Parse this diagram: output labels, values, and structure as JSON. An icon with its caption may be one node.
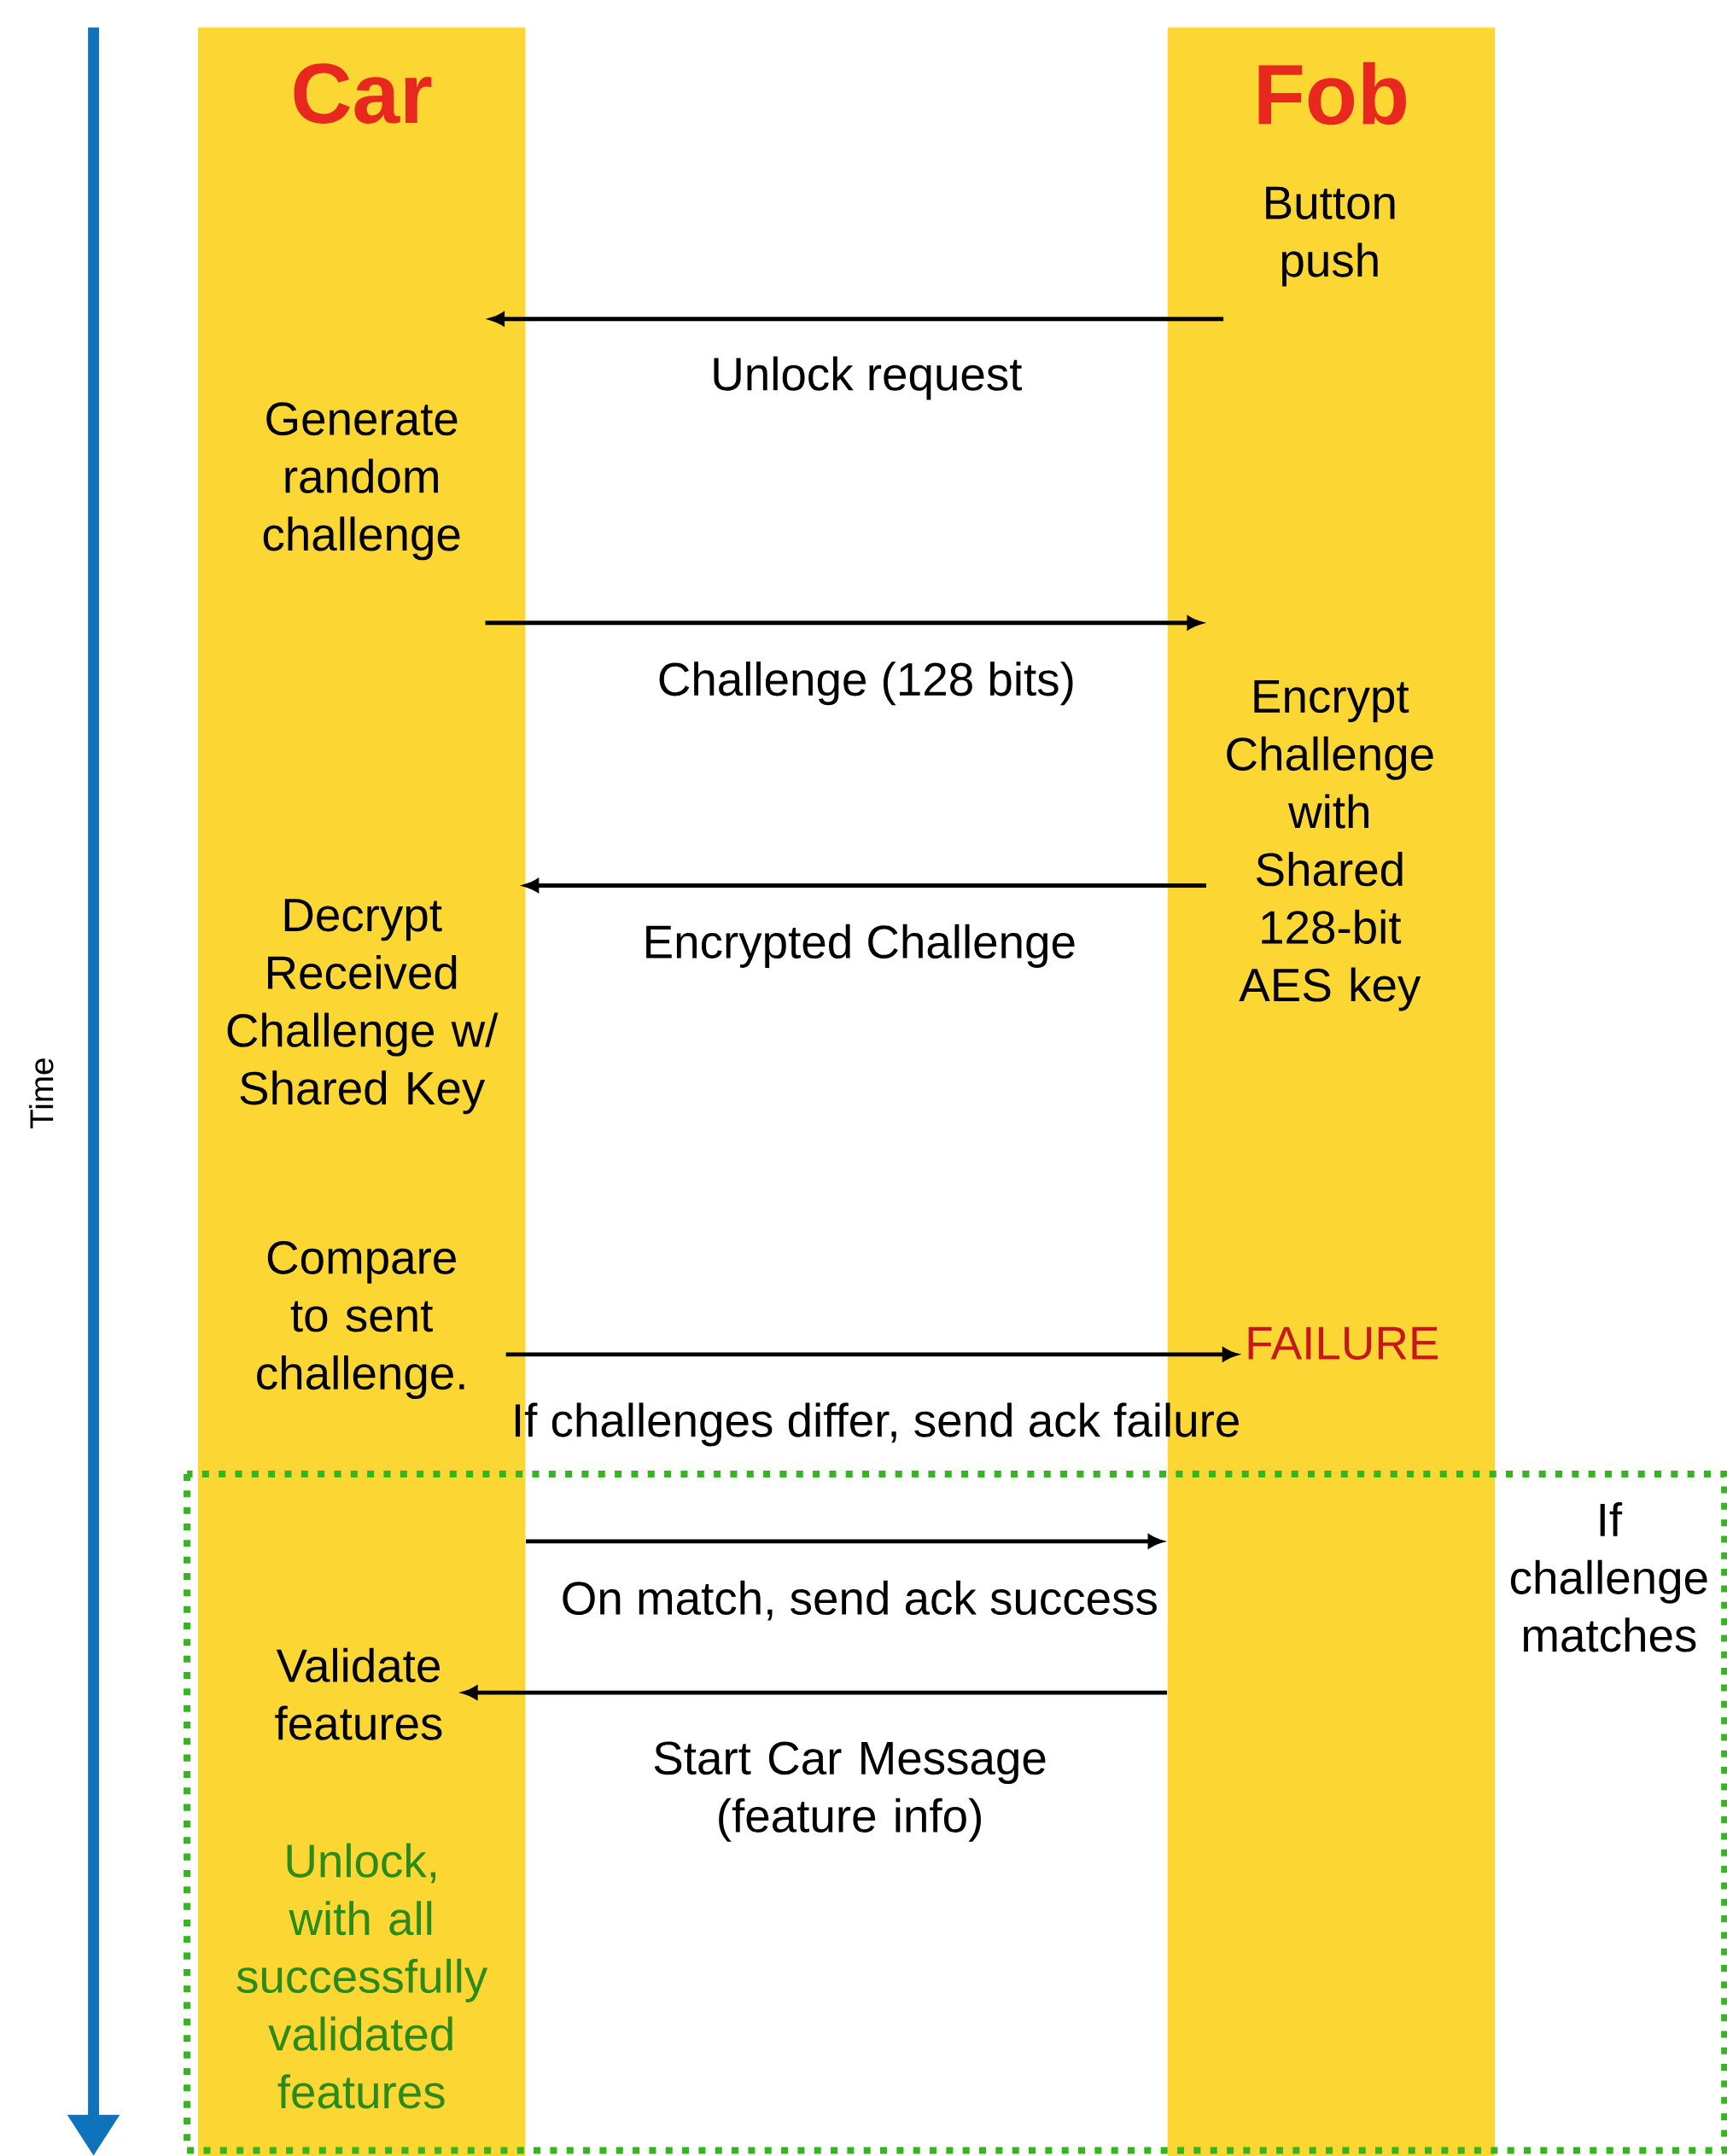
{
  "diagram": {
    "nodes": [
      {
        "text": [
          "Car"
        ]
      },
      {
        "text": [
          "Fob"
        ]
      },
      {
        "text": [
          "Button push"
        ],
        "in": 1
      },
      {
        "text": [
          "Generate random challenge"
        ],
        "in": 0
      },
      {
        "text": [
          "Encrypt Challenge with Shared 128-bit AES key"
        ],
        "in": 1
      },
      {
        "text": [
          "Decrypt Received Challenge w/ Shared Key"
        ],
        "in": 0
      },
      {
        "text": [
          "Compare to sent challenge."
        ],
        "in": 0
      },
      {
        "text": [
          "FAILURE"
        ],
        "in": 1
      },
      {
        "text": [
          "Validate features"
        ],
        "in": 0
      },
      {
        "text": [
          "Unlock, with all successfully validated features"
        ],
        "in": 0
      }
    ],
    "edges": [
      {
        "from": 2,
        "to": 3,
        "arrow": "to",
        "label": "Unlock request"
      },
      {
        "from": 3,
        "to": 4,
        "arrow": "to",
        "label": "Challenge (128 bits)"
      },
      {
        "from": 4,
        "to": 5,
        "arrow": "to",
        "label": "Encrypted Challenge"
      },
      {
        "from": 6,
        "to": 7,
        "arrow": "to",
        "label": "If challenges differ, send ack failure"
      },
      {
        "from": 0,
        "to": 1,
        "arrow": "to",
        "label": "On match, send ack success"
      },
      {
        "from": 1,
        "to": 8,
        "arrow": "to",
        "label": "Start Car Message (feature info)"
      }
    ],
    "labels": [
      "Time",
      "If challenge matches"
    ]
  }
}
